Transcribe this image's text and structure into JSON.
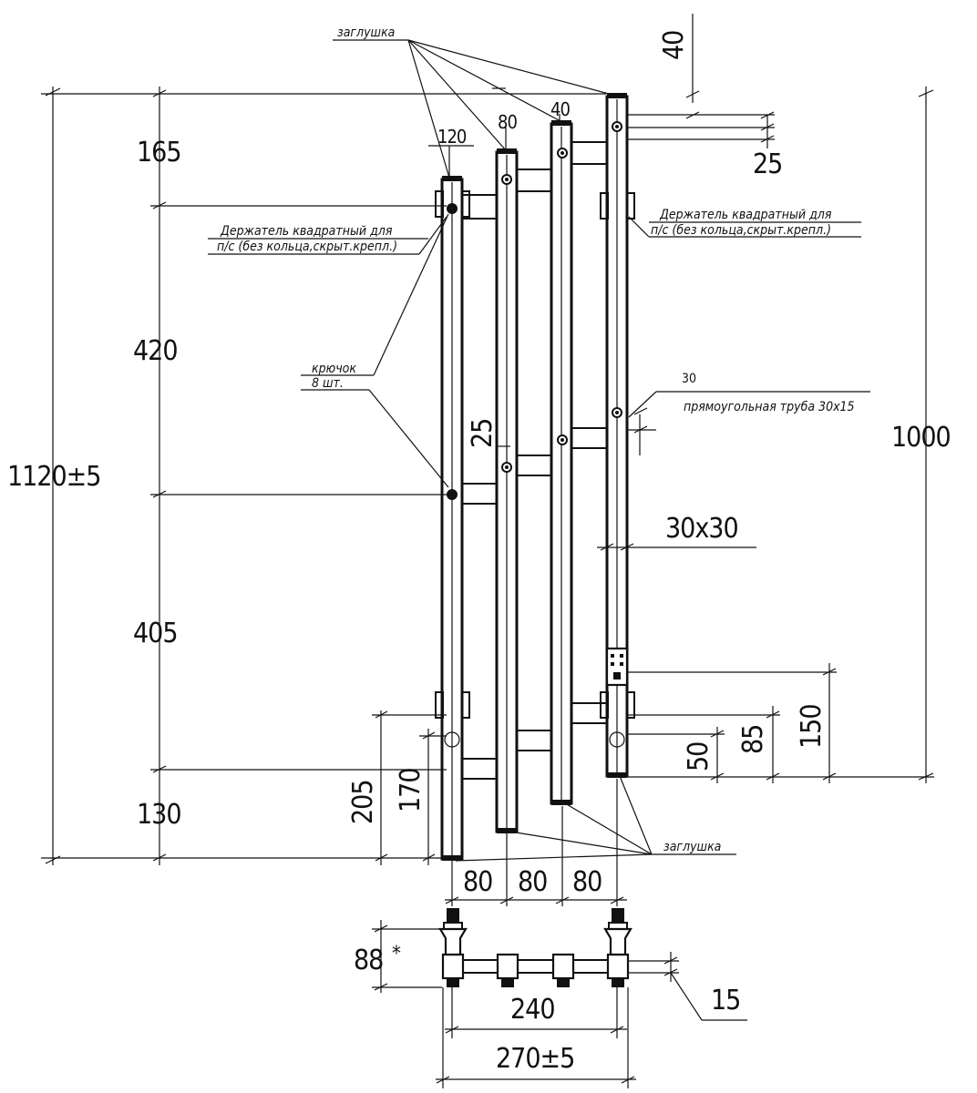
{
  "labels": {
    "plug_top": "заглушка",
    "plug_bottom": "заглушка",
    "holder_left_1": "Держатель квадратный для",
    "holder_left_2": "п/с (без кольца,скрыт.крепл.)",
    "holder_right_1": "Держатель квадратный для",
    "holder_right_2": "п/с (без кольца,скрыт.крепл.)",
    "hook_1": "крючок",
    "hook_2": "8 шт.",
    "pipe_rect": "прямоугольная труба 30х15",
    "pipe_rect_num": "30",
    "pipe_square": "30х30"
  },
  "dims": {
    "total_height": "1120±5",
    "d165": "165",
    "d420": "420",
    "d405": "405",
    "d130": "130",
    "d205": "205",
    "d170": "170",
    "d1000": "1000",
    "d40_top": "40",
    "d25_top": "25",
    "d120": "120",
    "d80": "80",
    "d40": "40",
    "d25_mid": "25",
    "d50": "50",
    "d85": "85",
    "d150": "150",
    "b80a": "80",
    "b80b": "80",
    "b80c": "80",
    "d88": "88",
    "d88_star": "*",
    "d240": "240",
    "d15": "15",
    "d270": "270±5"
  }
}
